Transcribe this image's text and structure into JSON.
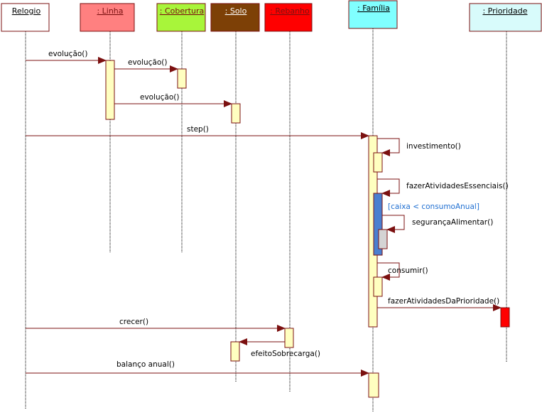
{
  "diagram": {
    "type": "UML sequence diagram",
    "colors": {
      "border": "#7b1010",
      "message_line": "#7b1010",
      "activation_default": "#ffffc0",
      "activation_fragment": "#4a7fd0",
      "activation_nested": "#d4d4d4",
      "activation_priority": "#ff0000",
      "guard_text": "#1f6fd1"
    },
    "lifelines": [
      {
        "id": "relogio",
        "label": "Relogio",
        "fill": "#ffffff",
        "text_color": "#000000"
      },
      {
        "id": "linha",
        "label": ": Linha",
        "fill": "#ff8080",
        "text_color": "#7b1010"
      },
      {
        "id": "cobertura",
        "label": ": Cobertura",
        "fill": "#a8f53a",
        "text_color": "#7b1010"
      },
      {
        "id": "solo",
        "label": ": Solo",
        "fill": "#7d4006",
        "text_color": "#ffffff"
      },
      {
        "id": "rebanho",
        "label": ": Rebanho",
        "fill": "#ff0000",
        "text_color": "#7b1010"
      },
      {
        "id": "familia",
        "label": ": Família",
        "fill": "#80ffff",
        "text_color": "#000000"
      },
      {
        "id": "prioridade",
        "label": ": Prioridade",
        "fill": "#d8fbfb",
        "text_color": "#000000"
      }
    ],
    "messages": [
      {
        "from": "relogio",
        "to": "linha",
        "label": "evolução()"
      },
      {
        "from": "linha",
        "to": "cobertura",
        "label": "evolução()"
      },
      {
        "from": "linha",
        "to": "solo",
        "label": "evolução()"
      },
      {
        "from": "relogio",
        "to": "familia",
        "label": "step()"
      },
      {
        "from": "familia",
        "to": "familia",
        "label": "investimento()"
      },
      {
        "from": "familia",
        "to": "familia",
        "label": "fazerAtividadesEssenciais()"
      },
      {
        "from": "familia",
        "to": "familia",
        "label": "segurançaAlimentar()",
        "guard": "[caixa < consumoAnual]"
      },
      {
        "from": "familia",
        "to": "familia",
        "label": "consumir()"
      },
      {
        "from": "familia",
        "to": "prioridade",
        "label": "fazerAtividadesDaPrioridade()"
      },
      {
        "from": "relogio",
        "to": "rebanho",
        "label": "crecer()"
      },
      {
        "from": "rebanho",
        "to": "solo",
        "label": "efeitoSobrecarga()"
      },
      {
        "from": "relogio",
        "to": "familia",
        "label": "balanço anual()"
      }
    ]
  }
}
